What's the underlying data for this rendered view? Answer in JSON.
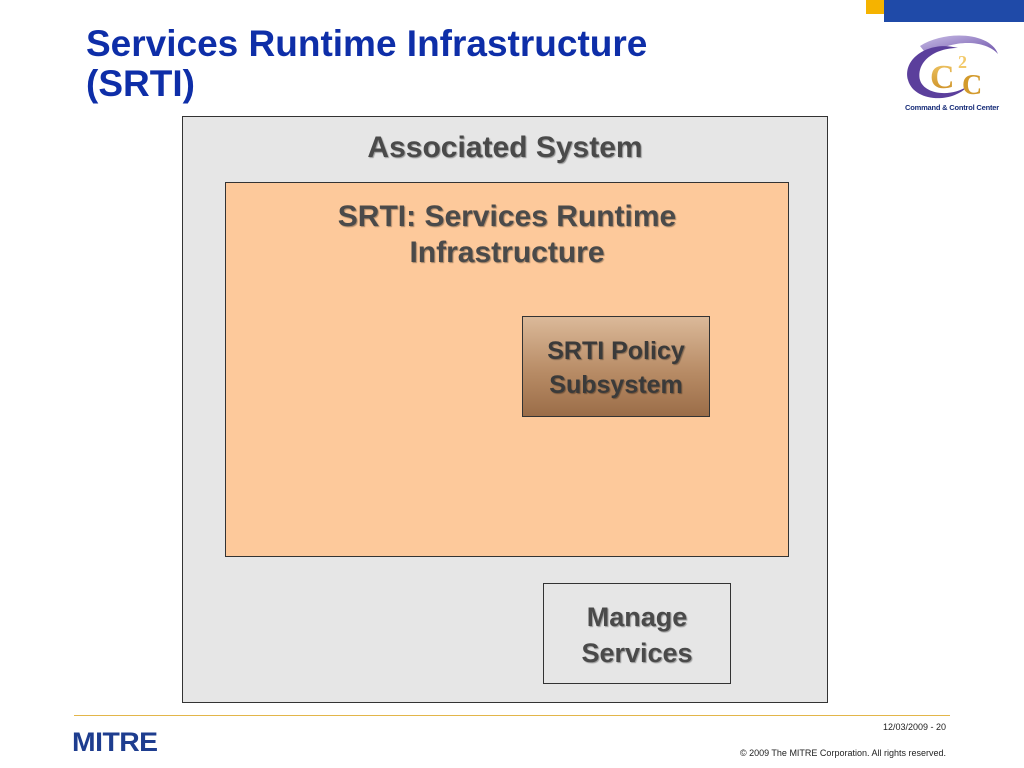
{
  "slide": {
    "title_line1": "Services Runtime Infrastructure",
    "title_line2": "(SRTI)"
  },
  "logo": {
    "caption": "Command & Control Center",
    "mark_text_c": "C",
    "mark_text_sup": "2",
    "mark_text_c2": "C"
  },
  "diagram": {
    "associated_system": "Associated System",
    "srti": {
      "line1": "SRTI: Services Runtime",
      "line2": "Infrastructure"
    },
    "policy_subsystem": {
      "line1": "SRTI Policy",
      "line2": "Subsystem"
    },
    "manage_services": {
      "line1": "Manage",
      "line2": "Services"
    }
  },
  "footer": {
    "organization": "MITRE",
    "date_page": "12/03/2009 - 20",
    "copyright": "© 2009 The MITRE Corporation. All rights reserved."
  },
  "colors": {
    "title": "#0e2ea8",
    "brand_blue": "#1f4aa8",
    "brand_yellow": "#f5b300",
    "srti_fill": "#fdc99b",
    "associated_fill": "#e6e6e6",
    "policy_fill": "#b88c66"
  }
}
